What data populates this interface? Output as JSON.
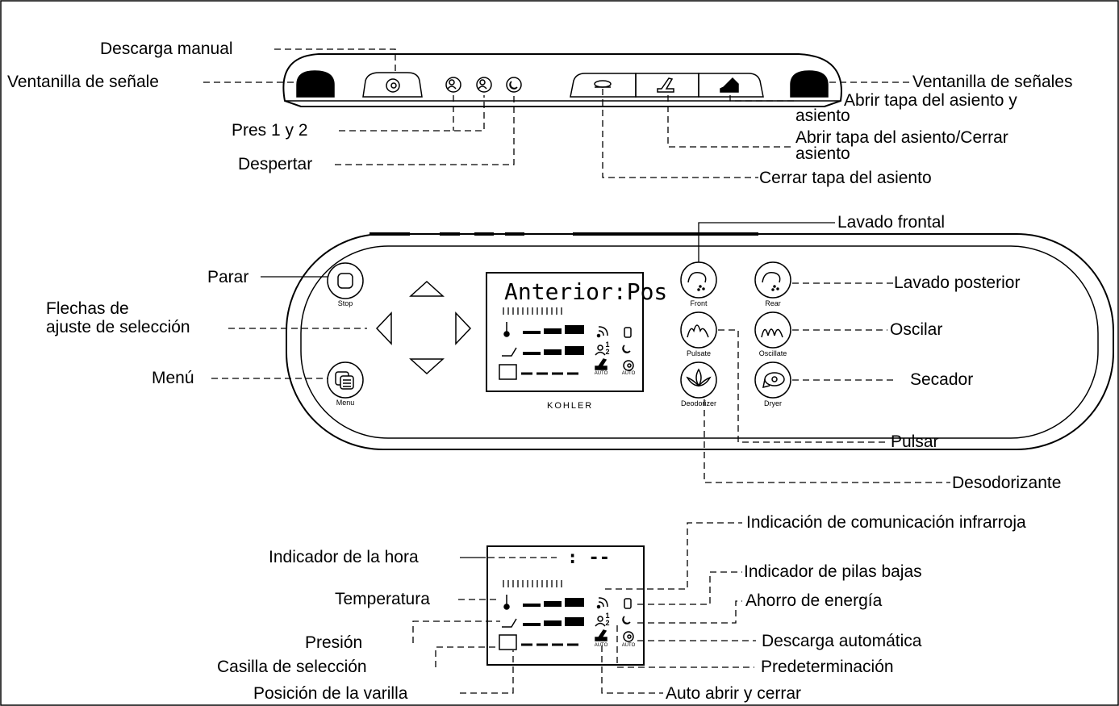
{
  "labels": {
    "descarga_manual": "Descarga manual",
    "ventanilla_izq": "Ventanilla de señale",
    "ventanilla_der": "Ventanilla de señales",
    "abrir_tapa_y_asiento_1": "Abrir tapa del asiento y",
    "abrir_tapa_y_asiento_2": "asiento",
    "abrir_tapa_cerrar_1": "Abrir tapa del asiento/Cerrar",
    "abrir_tapa_cerrar_2": "asiento",
    "pres": "Pres 1 y 2",
    "despertar": "Despertar",
    "cerrar_tapa": "Cerrar tapa del asiento",
    "lavado_frontal": "Lavado frontal",
    "parar": "Parar",
    "lavado_posterior": "Lavado posterior",
    "flechas_1": "Flechas de",
    "flechas_2": "ajuste de selección",
    "oscilar": "Oscilar",
    "menu": "Menú",
    "secador": "Secador",
    "pulsar": "Pulsar",
    "desodorizante": "Desodorizante",
    "infrarroja": "Indicación de comunicación infrarroja",
    "hora": "Indicador de la hora",
    "pilas": "Indicador de pilas bajas",
    "temperatura": "Temperatura",
    "ahorro": "Ahorro de energía",
    "presion": "Presión",
    "descarga_auto": "Descarga automática",
    "casilla": "Casilla de selección",
    "predeterminacion": "Predeterminación",
    "posicion": "Posición de la varilla",
    "auto_abrir": "Auto abrir y cerrar"
  },
  "remote": {
    "display_text": "Anterior:Pos",
    "brand": "KOHLER",
    "buttons": {
      "stop": "Stop",
      "menu": "Menu",
      "front": "Front",
      "rear": "Rear",
      "pulsate": "Pulsate",
      "oscillate": "Oscillate",
      "deodorizer": "Deodorizer",
      "dryer": "Dryer"
    },
    "auto_tag": "AUTO",
    "preset_1": "1",
    "preset_2": "2"
  },
  "detail_display": {
    "time": ": --"
  }
}
